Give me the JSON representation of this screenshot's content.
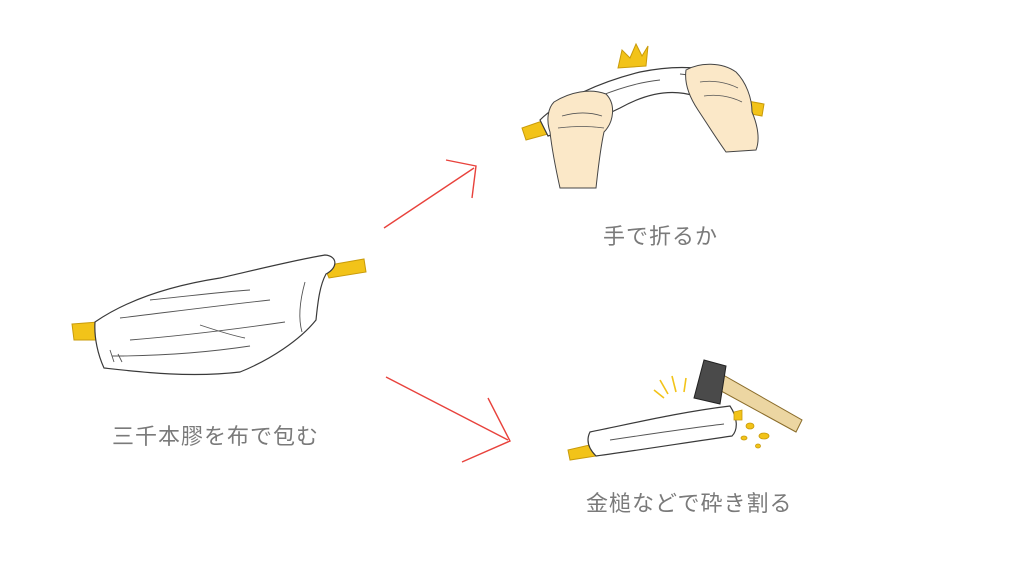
{
  "diagram": {
    "captions": {
      "wrap": "三千本膠を布で包む",
      "bend_by_hand": "手で折るか",
      "break_with_hammer": "金槌などで砕き割る"
    },
    "colors": {
      "arrow": "#e8423c",
      "glue_stick": "#f2c319",
      "cloth_outline": "#3a3a3a",
      "skin": "#fbe8c8",
      "hammer_head": "#4a4a4a",
      "hammer_handle": "#ecd6a2",
      "caption_text": "#7a7a7a"
    }
  }
}
